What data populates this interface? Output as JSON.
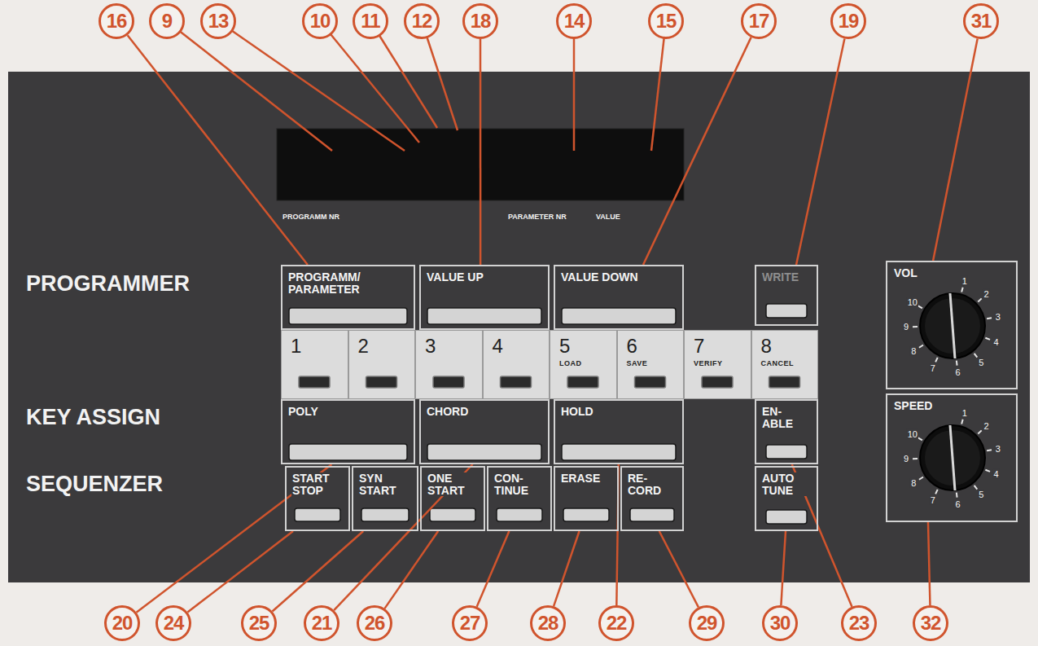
{
  "diagram": {
    "nodes": [
      {
        "text": [
          "16"
        ]
      },
      {
        "text": [
          "9"
        ]
      },
      {
        "text": [
          "13"
        ]
      },
      {
        "text": [
          "10"
        ]
      },
      {
        "text": [
          "11"
        ]
      },
      {
        "text": [
          "12"
        ]
      },
      {
        "text": [
          "18"
        ]
      },
      {
        "text": [
          "14"
        ]
      },
      {
        "text": [
          "15"
        ]
      },
      {
        "text": [
          "17"
        ]
      },
      {
        "text": [
          "19"
        ]
      },
      {
        "text": [
          "31"
        ]
      },
      {
        "text": [
          "PROGRAMM/ PARAMETER"
        ]
      },
      {
        "text": [
          "VALUE UP"
        ]
      },
      {
        "text": [
          "VALUE DOWN"
        ]
      },
      {
        "text": [
          "WRITE"
        ]
      },
      {
        "text": [
          "VOL"
        ]
      },
      {
        "text": [
          "1"
        ]
      },
      {
        "text": [
          "2"
        ]
      },
      {
        "text": [
          "3"
        ]
      },
      {
        "text": [
          "4"
        ]
      },
      {
        "text": [
          "5",
          "LOAD"
        ]
      },
      {
        "text": [
          "6",
          "SAVE"
        ]
      },
      {
        "text": [
          "7",
          "VERIFY"
        ]
      },
      {
        "text": [
          "8",
          "CANCEL"
        ]
      },
      {
        "text": [
          "POLY"
        ]
      },
      {
        "text": [
          "CHORD"
        ]
      },
      {
        "text": [
          "HOLD"
        ]
      },
      {
        "text": [
          "EN- ABLE"
        ]
      },
      {
        "text": [
          "SPEED"
        ]
      },
      {
        "text": [
          "START STOP"
        ]
      },
      {
        "text": [
          "SYN START"
        ]
      },
      {
        "text": [
          "ONE START"
        ]
      },
      {
        "text": [
          "CON- TINUE"
        ]
      },
      {
        "text": [
          "ERASE"
        ]
      },
      {
        "text": [
          "RE- CORD"
        ]
      },
      {
        "text": [
          "AUTO TUNE"
        ]
      },
      {
        "text": [
          "20"
        ]
      },
      {
        "text": [
          "24"
        ]
      },
      {
        "text": [
          "25"
        ]
      },
      {
        "text": [
          "21"
        ]
      },
      {
        "text": [
          "26"
        ]
      },
      {
        "text": [
          "27"
        ]
      },
      {
        "text": [
          "28"
        ]
      },
      {
        "text": [
          "22"
        ]
      },
      {
        "text": [
          "29"
        ]
      },
      {
        "text": [
          "30"
        ]
      },
      {
        "text": [
          "23"
        ]
      },
      {
        "text": [
          "32"
        ]
      }
    ],
    "edges": [
      {
        "from": 0,
        "to": 12,
        "arrow": "none"
      },
      {
        "from": 6,
        "to": 13,
        "arrow": "none"
      },
      {
        "from": 9,
        "to": 14,
        "arrow": "none"
      },
      {
        "from": 10,
        "to": 15,
        "arrow": "none"
      },
      {
        "from": 11,
        "to": 16,
        "arrow": "none"
      },
      {
        "from": 37,
        "to": 25,
        "arrow": "none"
      },
      {
        "from": 38,
        "to": 30,
        "arrow": "none"
      },
      {
        "from": 39,
        "to": 31,
        "arrow": "none"
      },
      {
        "from": 40,
        "to": 26,
        "arrow": "none"
      },
      {
        "from": 41,
        "to": 32,
        "arrow": "none"
      },
      {
        "from": 42,
        "to": 33,
        "arrow": "none"
      },
      {
        "from": 43,
        "to": 34,
        "arrow": "none"
      },
      {
        "from": 44,
        "to": 27,
        "arrow": "none"
      },
      {
        "from": 45,
        "to": 35,
        "arrow": "none"
      },
      {
        "from": 46,
        "to": 36,
        "arrow": "none"
      },
      {
        "from": 47,
        "to": 28,
        "arrow": "none"
      },
      {
        "from": 48,
        "to": 29,
        "arrow": "none"
      }
    ],
    "labels": [
      "PROGRAMMER",
      "KEY ASSIGN",
      "SEQUENZER",
      "PROGRAMM NR",
      "PARAMETER NR",
      "VALUE",
      "1",
      "2",
      "3",
      "4",
      "5",
      "6",
      "7",
      "8",
      "9",
      "10",
      "1",
      "2",
      "3",
      "4",
      "5",
      "6",
      "7",
      "8",
      "9",
      "10"
    ]
  }
}
